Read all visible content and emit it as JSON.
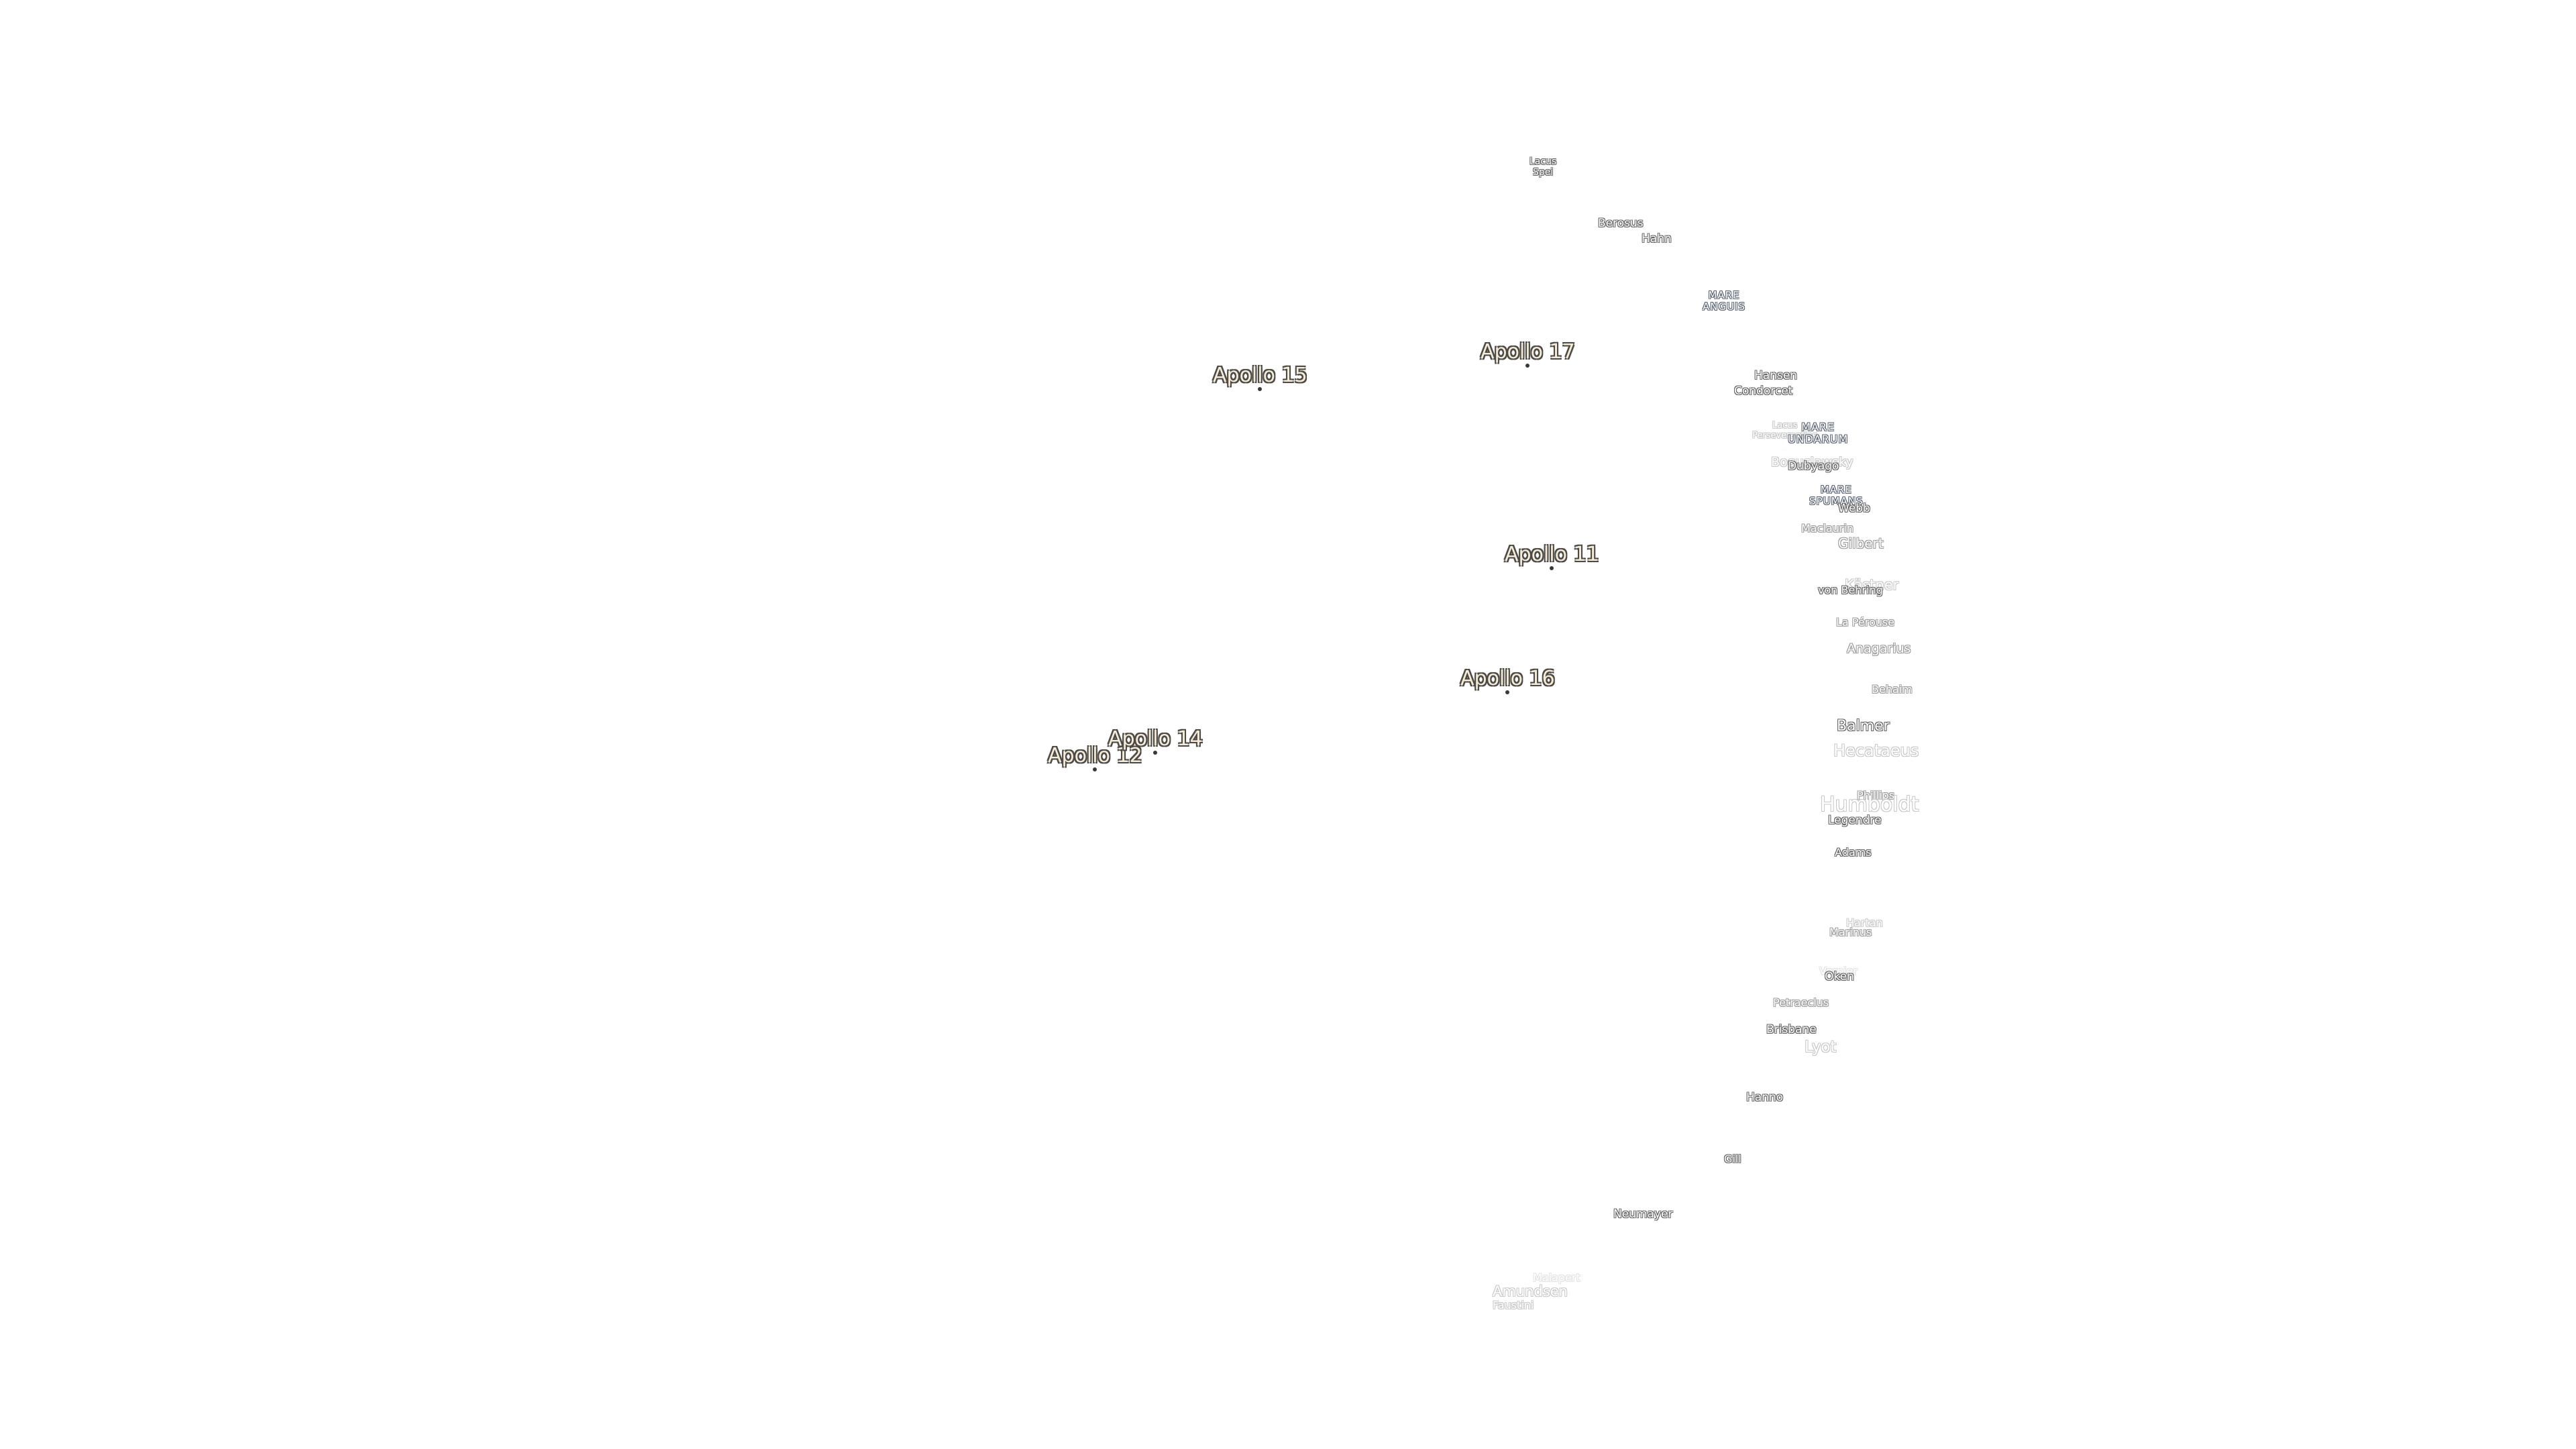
{
  "apollo_sites": {
    "a11": "Apollo 11",
    "a12": "Apollo 12",
    "a14": "Apollo 14",
    "a15": "Apollo 15",
    "a16": "Apollo 16",
    "a17": "Apollo 17"
  },
  "seas": {
    "anguis_1": "MARE",
    "anguis_2": "ANGUIS",
    "undarum_1": "MARE",
    "undarum_2": "UNDARUM",
    "spumans_1": "MARE",
    "spumans_2": "SPUMANS"
  },
  "lakes": {
    "spei_1": "Lacus",
    "spei_2": "Spei",
    "perseverantiae_1": "Lacus",
    "perseverantiae_2": "Perseverantiae"
  },
  "craters": {
    "berosus": "Berosus",
    "hahn": "Hahn",
    "hansen": "Hansen",
    "condorcet": "Condorcet",
    "boguslawsky": "Boguslawsky",
    "dubyago": "Dubyago",
    "webb": "Webb",
    "maclaurin": "Maclaurin",
    "gilbert": "Gilbert",
    "kastner": "Kästner",
    "von_behring": "von Behring",
    "lapeyrouse": "La Pérouse",
    "anagarius": "Anagarius",
    "behaim": "Behaim",
    "balmer": "Balmer",
    "hecataeus": "Hecataeus",
    "phillips": "Phillips",
    "humboldt": "Humboldt",
    "legendre": "Legendre",
    "adams": "Adams",
    "marinus": "Marinus",
    "hartan": "Hartan",
    "oken": "Oken",
    "vernier": "Vernier",
    "petrasolus": "Petraeclus",
    "brisbane": "Brisbane",
    "lyot": "Lyot",
    "hanno": "Hanno",
    "gill": "Gill",
    "neumayer": "Neumayer",
    "amundsen": "Amundsen",
    "faustini": "Faustini",
    "malapert": "Malapert"
  }
}
